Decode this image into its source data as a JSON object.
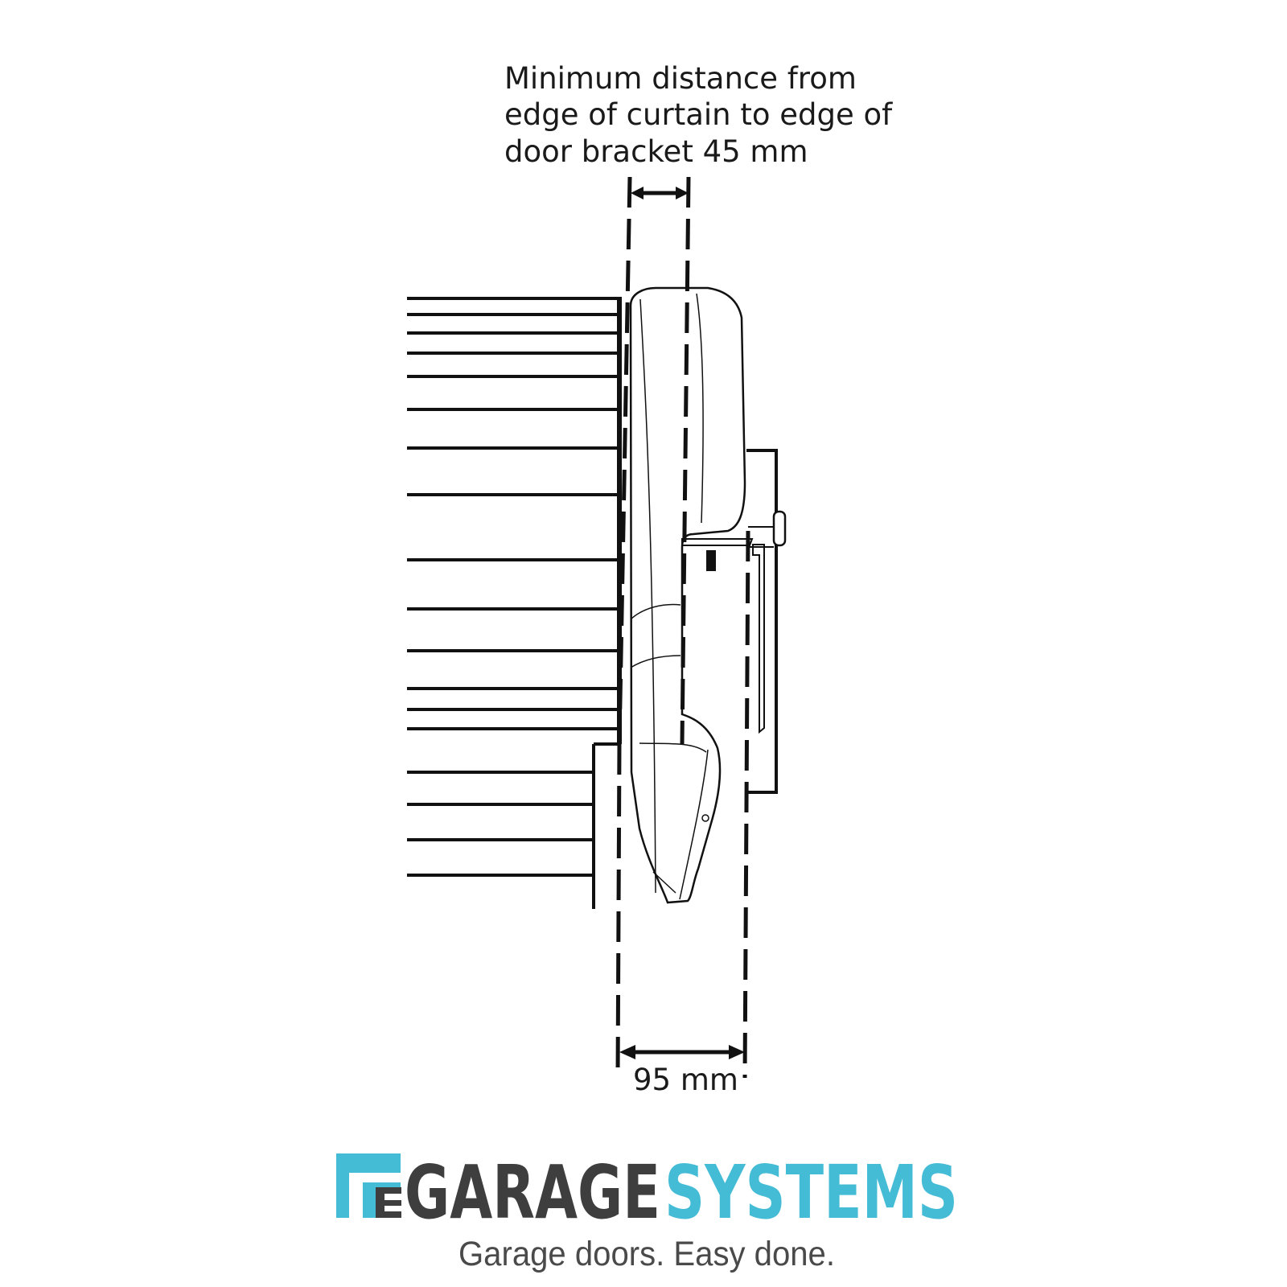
{
  "caption": {
    "lines": [
      "Minimum distance from",
      "edge of curtain to edge of",
      "door bracket 45 mm"
    ]
  },
  "dimension": {
    "label": "95 mm"
  },
  "brand": {
    "word1": "GARAGE",
    "word2": "SYSTEMS",
    "tagline": "Garage doors. Easy done.",
    "colors": {
      "accent": "#45bcd6",
      "dark": "#3e3e3e"
    }
  }
}
